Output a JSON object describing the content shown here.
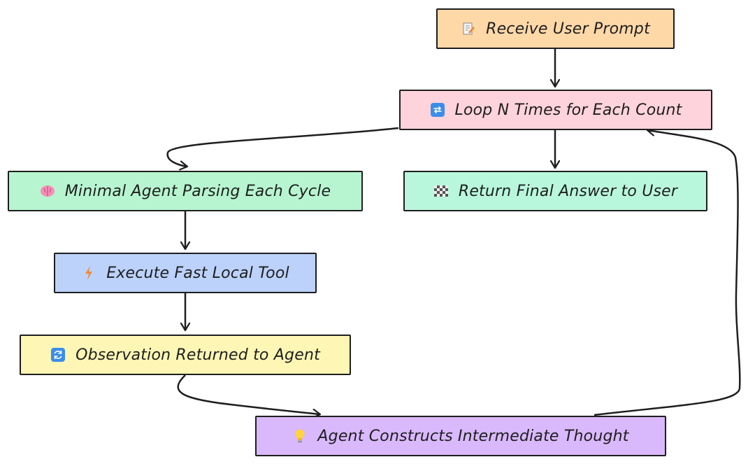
{
  "nodes": {
    "receive": {
      "label": "Receive User Prompt",
      "icon": "memo-icon",
      "fill": "#ffd8a8"
    },
    "loop": {
      "label": "Loop N Times for Each Count",
      "icon": "repeat-icon",
      "fill": "#ffd3dc"
    },
    "minimal": {
      "label": "Minimal Agent Parsing Each Cycle",
      "icon": "brain-icon",
      "fill": "#b7f5d0"
    },
    "final": {
      "label": "Return Final Answer to User",
      "icon": "checkered-flag-icon",
      "fill": "#b9f7dd"
    },
    "execute": {
      "label": "Execute Fast Local Tool",
      "icon": "lightning-icon",
      "fill": "#bcd2fb"
    },
    "observation": {
      "label": "Observation Returned to Agent",
      "icon": "refresh-icon",
      "fill": "#fdf6b5"
    },
    "thought": {
      "label": "Agent Constructs Intermediate Thought",
      "icon": "lightbulb-icon",
      "fill": "#d9b8fb"
    }
  },
  "edges": [
    {
      "from": "receive",
      "to": "loop"
    },
    {
      "from": "loop",
      "to": "minimal"
    },
    {
      "from": "loop",
      "to": "final"
    },
    {
      "from": "minimal",
      "to": "execute"
    },
    {
      "from": "execute",
      "to": "observation"
    },
    {
      "from": "observation",
      "to": "thought"
    },
    {
      "from": "thought",
      "to": "loop"
    }
  ],
  "colors": {
    "stroke": "#1e1e1e"
  }
}
